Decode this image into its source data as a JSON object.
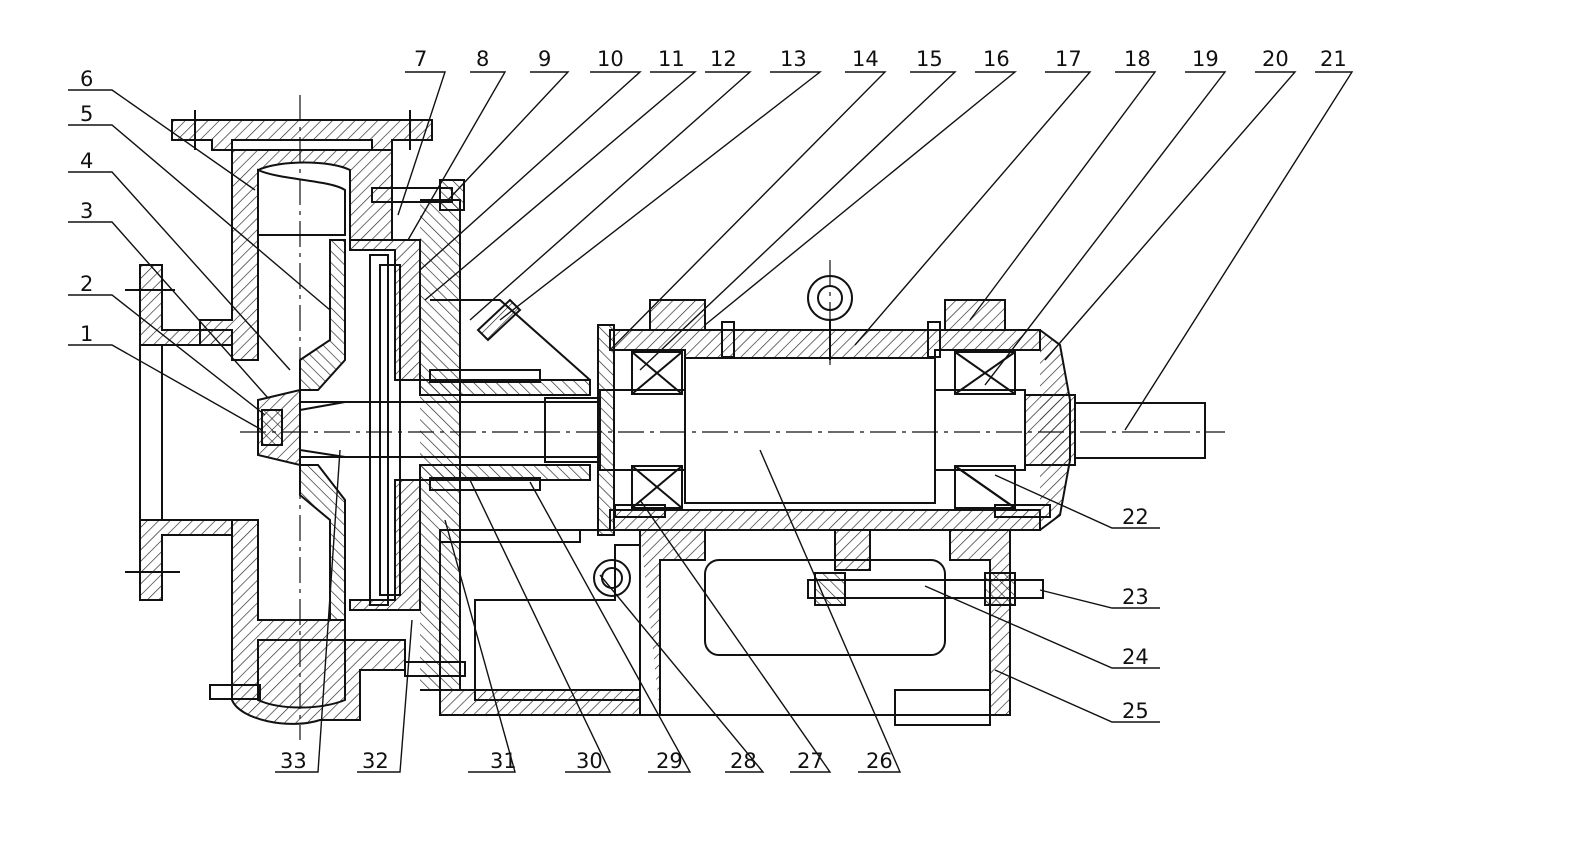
{
  "diagram": {
    "callouts_top": [
      "7",
      "8",
      "9",
      "10",
      "11",
      "12",
      "13",
      "14",
      "15",
      "16",
      "17",
      "18",
      "19",
      "20",
      "21"
    ],
    "callouts_left": [
      "6",
      "5",
      "4",
      "3",
      "2",
      "1"
    ],
    "callouts_right": [
      "22",
      "23",
      "24",
      "25"
    ],
    "callouts_bottom": [
      "33",
      "32",
      "31",
      "30",
      "29",
      "28",
      "27",
      "26"
    ]
  }
}
